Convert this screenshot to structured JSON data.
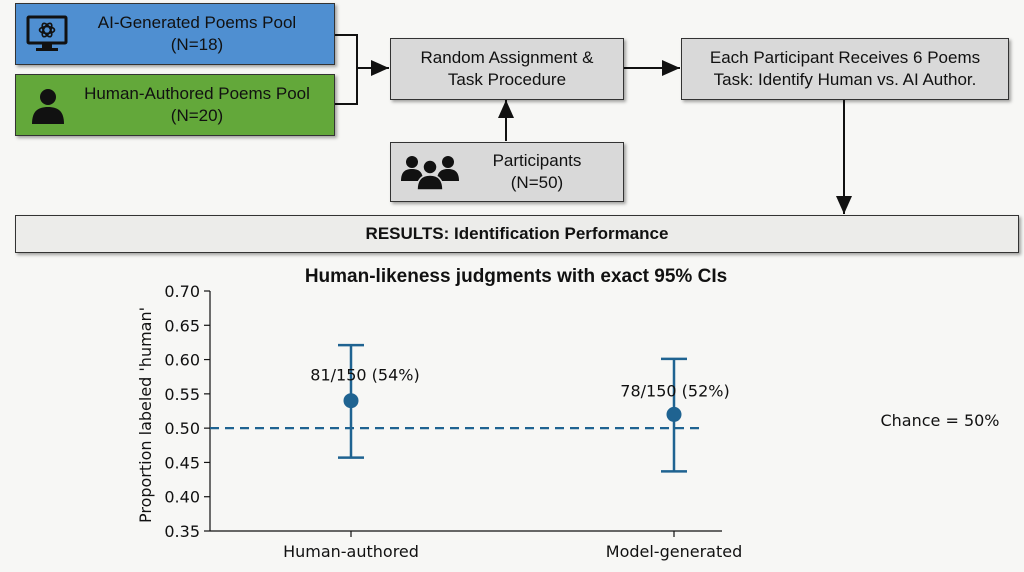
{
  "flow": {
    "ai_pool": {
      "title": "AI-Generated Poems Pool",
      "count": "(N=18)",
      "color": "#4f8fd1",
      "icon": "openai-logo-icon"
    },
    "human_pool": {
      "title": "Human-Authored Poems Pool",
      "count": "(N=20)",
      "color": "#63a83a",
      "icon": "person-icon"
    },
    "assignment": {
      "line1": "Random Assignment &",
      "line2": "Task Procedure"
    },
    "participants": {
      "title": "Participants",
      "count": "(N=50)",
      "icon": "group-icon"
    },
    "task": {
      "line1": "Each Participant Receives 6 Poems",
      "line2": "Task: Identify Human vs. AI Author."
    },
    "results_banner": "RESULTS: Identification Performance"
  },
  "chart_data": {
    "type": "scatter",
    "title": "Human-likeness judgments with exact 95% CIs",
    "xlabel": "",
    "ylabel": "Proportion labeled 'human'",
    "ylim": [
      0.35,
      0.7
    ],
    "yticks": [
      "0.35",
      "0.40",
      "0.45",
      "0.50",
      "0.55",
      "0.60",
      "0.65",
      "0.70"
    ],
    "categories": [
      "Human-authored",
      "Model-generated"
    ],
    "points": [
      {
        "category": "Human-authored",
        "y": 0.54,
        "ci": [
          0.457,
          0.621
        ],
        "label": "81/150 (54%)"
      },
      {
        "category": "Model-generated",
        "y": 0.52,
        "ci": [
          0.437,
          0.601
        ],
        "label": "78/150 (52%)"
      }
    ],
    "reference_line": {
      "y": 0.5,
      "label": "Chance = 50%"
    },
    "color": "#1f6391"
  }
}
